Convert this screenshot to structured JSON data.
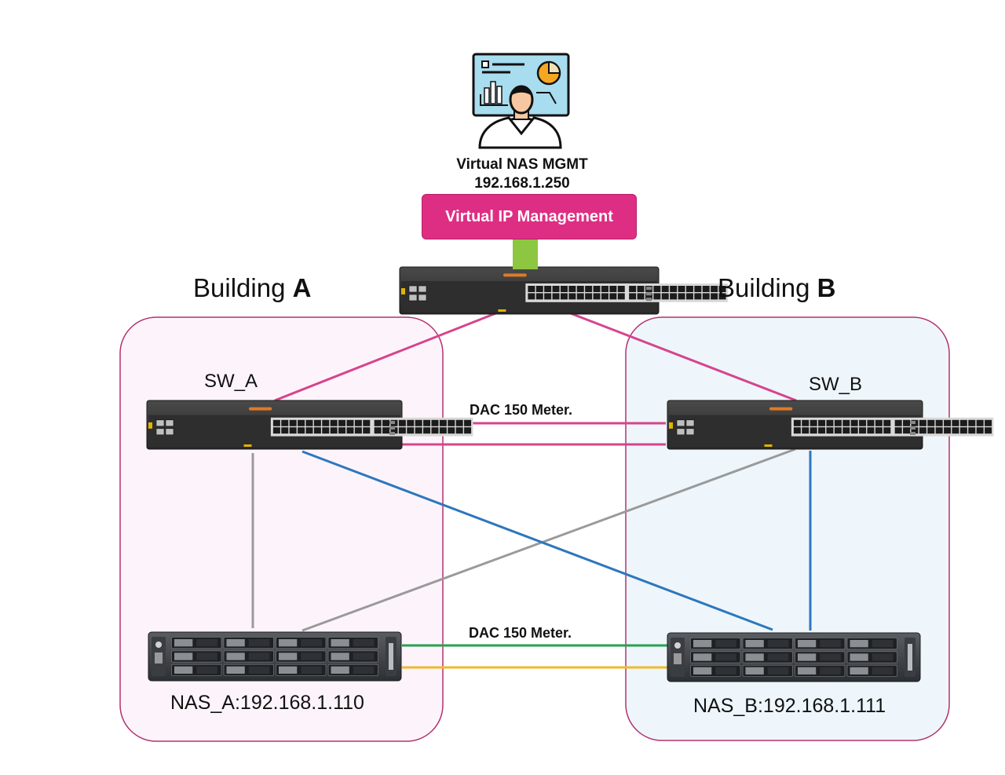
{
  "management": {
    "name": "Virtual NAS MGMT",
    "ip": "192.168.1.250",
    "vip_label": "Virtual IP Management"
  },
  "buildings": [
    {
      "prefix": "Building ",
      "letter": "A"
    },
    {
      "prefix": "Building ",
      "letter": "B"
    }
  ],
  "switches": {
    "a": "SW_A",
    "b": "SW_B"
  },
  "links": {
    "dac_top": "DAC 150 Meter.",
    "dac_bottom": "DAC 150 Meter."
  },
  "nas": {
    "a": "NAS_A:192.168.1.110",
    "b": "NAS_B:192.168.1.111"
  },
  "colors": {
    "building_a_fill": "#fdf4fb",
    "building_b_fill": "#eef6fb",
    "building_border": "#b3326f",
    "vip_fill": "#de2e83",
    "uplink_green": "#8dc640",
    "link_pink": "#d6448d",
    "link_blue": "#2d77bd",
    "link_gray": "#9a9a9a",
    "link_green": "#2aa050",
    "link_yellow": "#f0b92c"
  }
}
